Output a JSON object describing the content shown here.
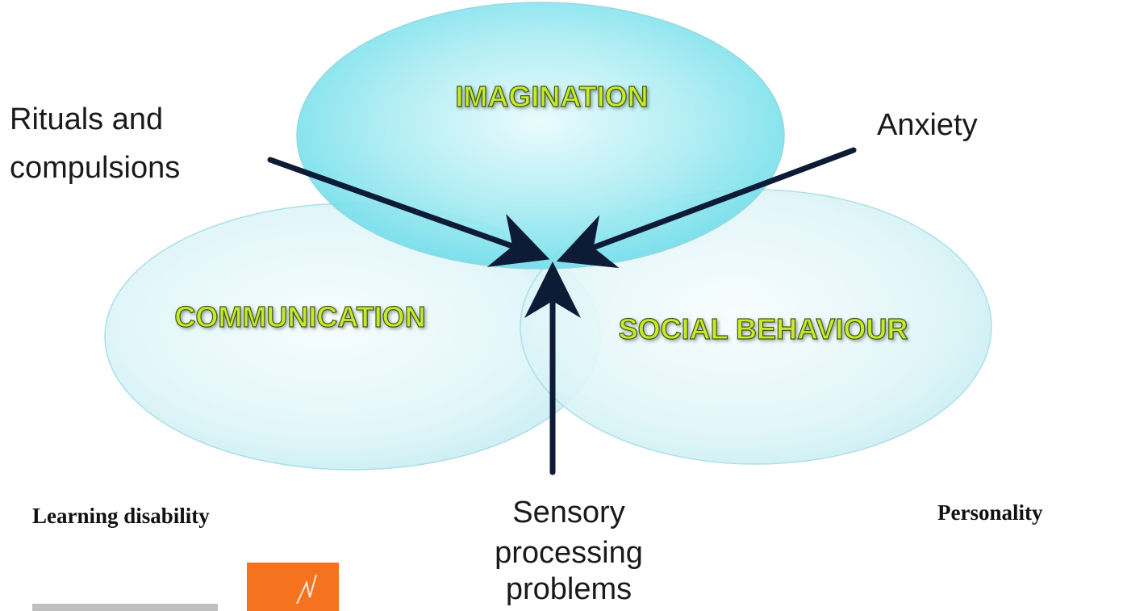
{
  "circles": {
    "imagination": {
      "label": "IMAGINATION"
    },
    "communication": {
      "label": "COMMUNICATION"
    },
    "social_behaviour": {
      "label": "SOCIAL BEHAVIOUR"
    }
  },
  "factors": {
    "rituals": {
      "line1": "Rituals and",
      "line2": "compulsions"
    },
    "anxiety": {
      "line1": "Anxiety"
    },
    "sensory": {
      "line1": "Sensory",
      "line2": "processing",
      "line3": "problems"
    }
  },
  "side_labels": {
    "left": "Learning disability",
    "right": "Personality"
  },
  "colors": {
    "circle_fill": "#bfeef5",
    "circle_fill_center": "#7fe3ee",
    "circle_edge": "#9fd9e2",
    "label_fill": "#c9e830",
    "label_stroke": "#3c5a10",
    "arrow": "#0d1b36",
    "logo_orange": "#f5731f"
  }
}
